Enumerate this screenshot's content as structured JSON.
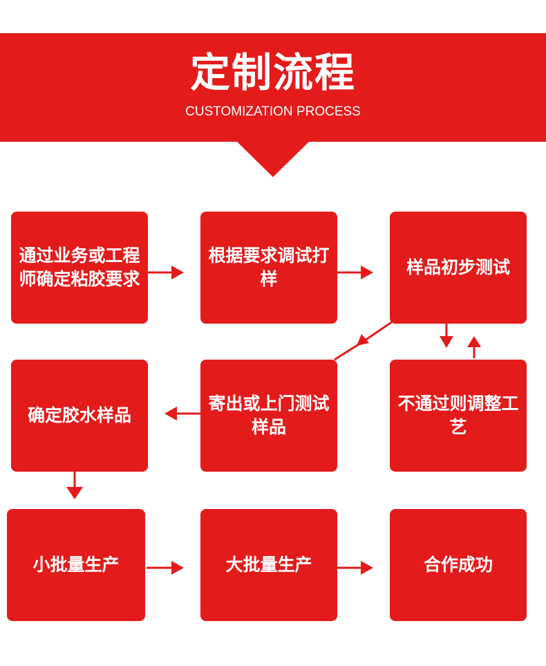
{
  "header": {
    "title": "定制流程",
    "subtitle": "CUSTOMIZATION PROCESS"
  },
  "steps": [
    {
      "label": "通过业务或工程师确定粘胶要求"
    },
    {
      "label": "根据要求调试打样"
    },
    {
      "label": "样品初步测试"
    },
    {
      "label": "确定胶水样品"
    },
    {
      "label": "寄出或上门测试样品"
    },
    {
      "label": "不通过则调整工艺"
    },
    {
      "label": "小批量生产"
    },
    {
      "label": "大批量生产"
    },
    {
      "label": "合作成功"
    }
  ],
  "colors": {
    "brand": "#e31b1b",
    "text": "#ffffff"
  }
}
